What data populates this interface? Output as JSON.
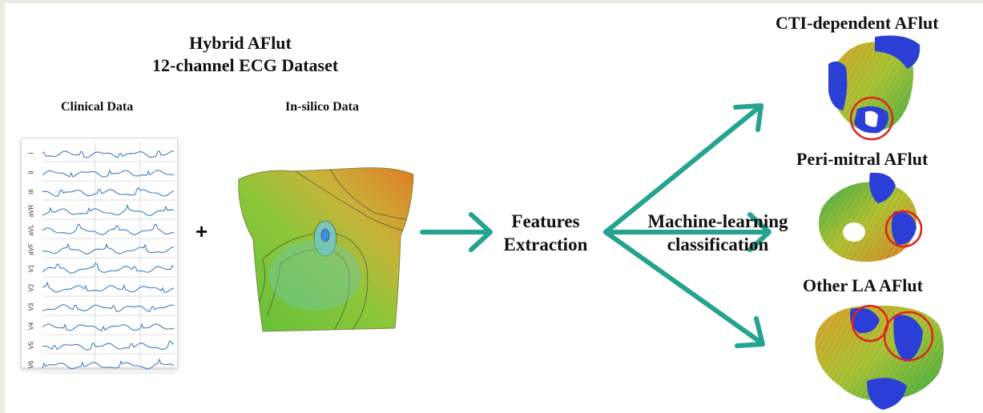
{
  "dataset_title": {
    "line1": "Hybrid AFlut",
    "line2": "12-channel ECG Dataset"
  },
  "clinical_label": "Clinical Data",
  "insilico_label": "In-silico Data",
  "plus_sign": "+",
  "features": {
    "line1": "Features",
    "line2": "Extraction"
  },
  "ml": {
    "line1": "Machine-learning",
    "line2": "classification"
  },
  "classes": [
    {
      "label": "CTI-dependent AFlut"
    },
    {
      "label": "Peri-mitral AFlut"
    },
    {
      "label": "Other LA AFlut"
    }
  ],
  "ecg_leads": [
    "I",
    "II",
    "III",
    "aVR",
    "aVL",
    "aVF",
    "V1",
    "V2",
    "V3",
    "V4",
    "V5",
    "V6"
  ],
  "colors": {
    "arrow": "#23a390",
    "ecg_trace": "#3d7fc4",
    "highlight_circle": "#e0231c",
    "atrium_blue": "#2b3fd6"
  }
}
